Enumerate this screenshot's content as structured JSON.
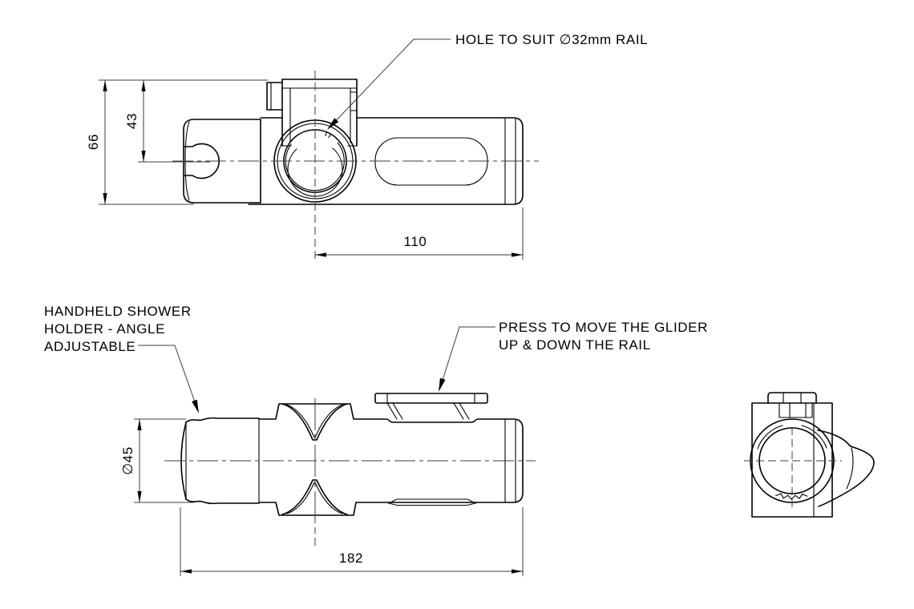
{
  "drawing": {
    "background_color": "#ffffff",
    "line_color": "#000000",
    "thin_line_color": "#3c3c3c",
    "callouts": {
      "rail_hole": "HOLE TO SUIT ∅32mm RAIL",
      "holder": {
        "line1": "HANDHELD SHOWER",
        "line2": "HOLDER - ANGLE",
        "line3": "ADJUSTABLE"
      },
      "glider": {
        "line1": "PRESS TO MOVE THE GLIDER",
        "line2": "UP & DOWN THE RAIL"
      }
    },
    "dimensions": {
      "overall_height": "66",
      "rail_center_height": "43",
      "rail_center_to_end": "110",
      "holder_diameter": "∅45",
      "overall_length": "182"
    }
  }
}
